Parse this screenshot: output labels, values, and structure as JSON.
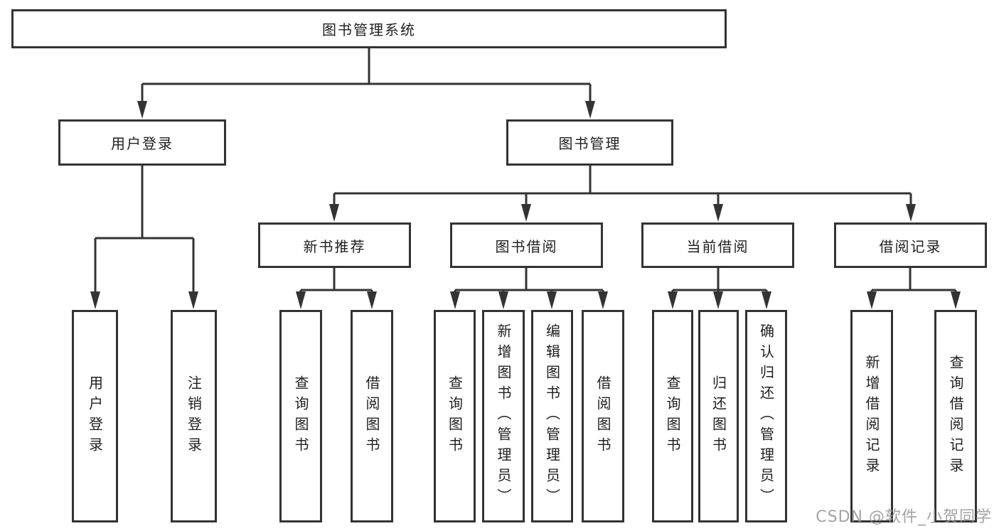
{
  "diagram": {
    "root": "图书管理系统",
    "level2": [
      {
        "label": "用户登录",
        "children": [
          "用户登录",
          "注销登录"
        ]
      },
      {
        "label": "图书管理",
        "modules": [
          {
            "label": "新书推荐",
            "children": [
              "查询图书",
              "借阅图书"
            ]
          },
          {
            "label": "图书借阅",
            "children": [
              "查询图书",
              "新增图书（管理员）",
              "编辑图书（管理员）",
              "借阅图书"
            ]
          },
          {
            "label": "当前借阅",
            "children": [
              "查询图书",
              "归还图书",
              "确认归还（管理员）"
            ]
          },
          {
            "label": "借阅记录",
            "children": [
              "新增借阅记录",
              "查询借阅记录"
            ]
          }
        ]
      }
    ]
  },
  "watermark": {
    "text": "CSDN @软件_小贺同学"
  },
  "colors": {
    "background": "#ffffff",
    "line": "#333333",
    "box_border": "#333333",
    "box_fill": "#ffffff",
    "text": "#1f1f1f",
    "watermark_text": "#969696"
  }
}
